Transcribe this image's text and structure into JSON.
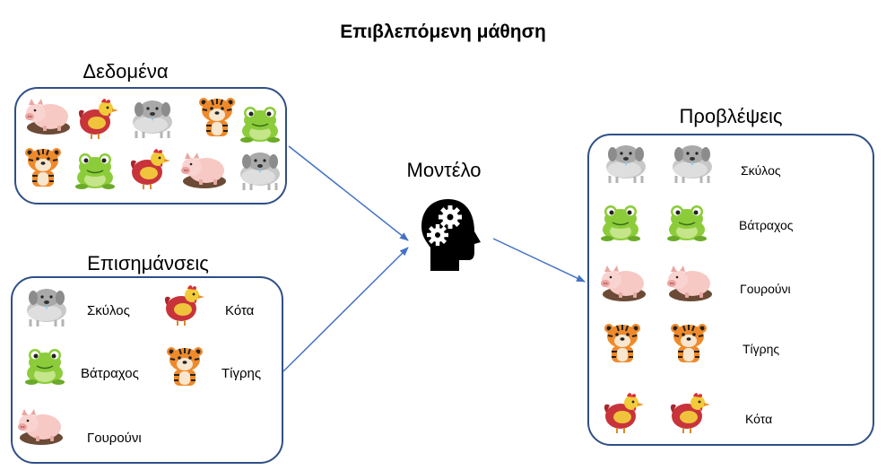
{
  "title": "Επιβλεπόμενη μάθηση",
  "data_box": {
    "label": "Δεδομένα",
    "animals": [
      "pig",
      "chicken",
      "dog",
      "tiger",
      "frog",
      "tiger",
      "frog",
      "chicken",
      "pig",
      "dog"
    ]
  },
  "labels_box": {
    "label": "Επισημάνσεις",
    "items": [
      {
        "animal": "dog",
        "text": "Σκύλος"
      },
      {
        "animal": "chicken",
        "text": "Κότα"
      },
      {
        "animal": "frog",
        "text": "Βάτραχος"
      },
      {
        "animal": "tiger",
        "text": "Τίγρης"
      },
      {
        "animal": "pig",
        "text": "Γουρούνι"
      }
    ]
  },
  "model": {
    "label": "Μοντέλο",
    "icon": "head-gears-icon"
  },
  "predictions_box": {
    "label": "Προβλέψεις",
    "rows": [
      {
        "animal": "dog",
        "text": "Σκύλος"
      },
      {
        "animal": "frog",
        "text": "Βάτραχος"
      },
      {
        "animal": "pig",
        "text": "Γουρούνι"
      },
      {
        "animal": "tiger",
        "text": "Τίγρης"
      },
      {
        "animal": "chicken",
        "text": "Κότα"
      }
    ]
  },
  "colors": {
    "box_border": "#2f4f86",
    "arrow": "#4472c4"
  }
}
